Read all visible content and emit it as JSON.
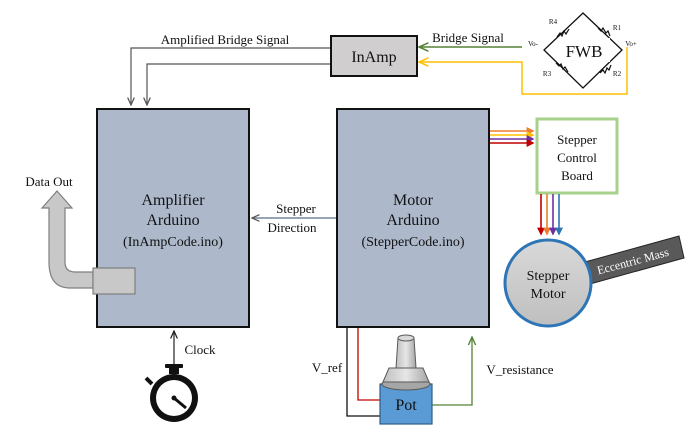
{
  "labels": {
    "inamp": "InAmp",
    "fwb": "FWB",
    "amplified_bridge_signal": "Amplified Bridge Signal",
    "bridge_signal": "Bridge Signal",
    "r1": "R1",
    "r2": "R2",
    "r3": "R3",
    "r4": "R4",
    "vo_minus": "Vo-",
    "vo_plus": "Vo+",
    "amp_title_1": "Amplifier",
    "amp_title_2": "Arduino",
    "amp_code": "(InAmpCode.ino)",
    "motor_title_1": "Motor",
    "motor_title_2": "Arduino",
    "motor_code": "(StepperCode.ino)",
    "stepper_direction_1": "Stepper",
    "stepper_direction_2": "Direction",
    "data_out": "Data Out",
    "scb_1": "Stepper",
    "scb_2": "Control",
    "scb_3": "Board",
    "stepper_motor_1": "Stepper",
    "stepper_motor_2": "Motor",
    "eccentric_mass": "Eccentric Mass",
    "clock": "Clock",
    "v_ref": "V_ref",
    "v_resistance": "V_resistance",
    "pot": "Pot"
  },
  "colors": {
    "arduino_fill": "#adb9ca",
    "inamp_fill": "#d0cece",
    "scb_border": "#a9d18e",
    "pot_fill": "#5b9bd5",
    "green_wire": "#548235",
    "yellow_wire": "#ffc000",
    "red_wire": "#c00000",
    "gray_arrow": "#7f7f7f"
  },
  "icons": [
    "stopwatch-icon",
    "data-out-arrow-icon",
    "potentiometer-knob-icon",
    "resistor-icon"
  ]
}
